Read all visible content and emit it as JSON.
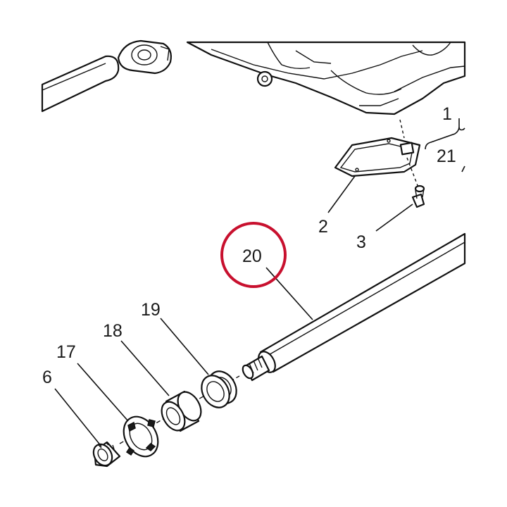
{
  "callouts": [
    {
      "id": "1",
      "label": "1"
    },
    {
      "id": "21",
      "label": "21"
    },
    {
      "id": "2",
      "label": "2"
    },
    {
      "id": "3",
      "label": "3"
    },
    {
      "id": "20",
      "label": "20",
      "highlighted": true
    },
    {
      "id": "19",
      "label": "19"
    },
    {
      "id": "18",
      "label": "18"
    },
    {
      "id": "17",
      "label": "17"
    },
    {
      "id": "6",
      "label": "6"
    }
  ],
  "colors": {
    "highlight_ring": "#c8102e",
    "line": "#111111",
    "background": "#ffffff"
  }
}
